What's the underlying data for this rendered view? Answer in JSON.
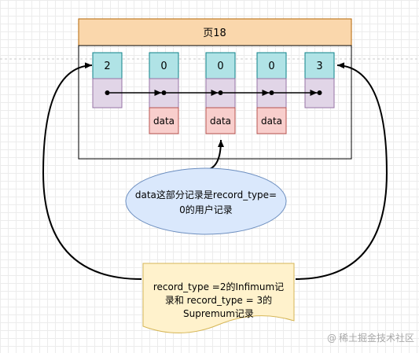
{
  "page_title": "页18",
  "records": [
    {
      "type_value": "2",
      "has_data": false,
      "data_label": ""
    },
    {
      "type_value": "0",
      "has_data": true,
      "data_label": "data"
    },
    {
      "type_value": "0",
      "has_data": true,
      "data_label": "data"
    },
    {
      "type_value": "0",
      "has_data": true,
      "data_label": "data"
    },
    {
      "type_value": "3",
      "has_data": false,
      "data_label": ""
    }
  ],
  "user_record_note": {
    "line1": "data这部分记录是record_type=",
    "line2": "0的用户记录"
  },
  "infimum_supremum_note": {
    "line1": "record_type =2的Infimum记",
    "line2": "录和 record_type = 3的",
    "line3": "Supremum记录"
  },
  "watermark": "稀土掘金技术社区",
  "colors": {
    "header_fill": "#fad7ac",
    "header_stroke": "#b46504",
    "type_fill": "#b0e3e6",
    "type_stroke": "#0e8088",
    "pointer_fill": "#e1d5e7",
    "pointer_stroke": "#9673a6",
    "data_fill": "#f8cecc",
    "data_stroke": "#b85450",
    "ellipse_fill": "#dae8fc",
    "ellipse_stroke": "#6c8ebf",
    "note_fill": "#fff2cc",
    "note_stroke": "#d6b656"
  }
}
